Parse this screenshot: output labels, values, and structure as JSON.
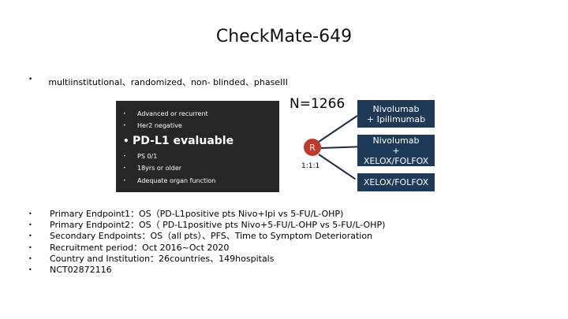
{
  "title": "CheckMate-649",
  "intro": "multiinstitutional、randomized、non- blinded、phaseIII",
  "bullet_glyph": "•",
  "criteria": [
    "Advanced or recurrent",
    "Her2 negative",
    "PD-L1 evaluable",
    "PS 0/1",
    "18yrs or older",
    "Adequate organ function"
  ],
  "enrollment": "N=1266",
  "randomization_label": "R",
  "ratio": "1:1:1",
  "arms": [
    [
      "Nivolumab",
      "+ Ipilimumab"
    ],
    [
      "Nivolumab",
      "+",
      "XELOX/FOLFOX"
    ],
    [
      "XELOX/FOLFOX"
    ]
  ],
  "endpoints": [
    "Primary Endpoint1：OS（PD-L1positive pts Nivo+Ipi vs 5-FU/L-OHP)",
    "Primary Endpoint2：OS（ PD-L1positive pts Nivo+5-FU/L-OHP vs 5-FU/L-OHP)",
    "Secondary Endpoints：OS（all pts）、PFS、Time to Symptom Deterioration",
    "Recruitment period：Oct 2016~Oct 2020",
    "Country and Institution：26countries、149hospitals",
    "NCT02872116"
  ],
  "colors": {
    "arm_fill": "#1f3a58",
    "box_fill": "#262626",
    "randomize_circle": "#c0392b"
  }
}
